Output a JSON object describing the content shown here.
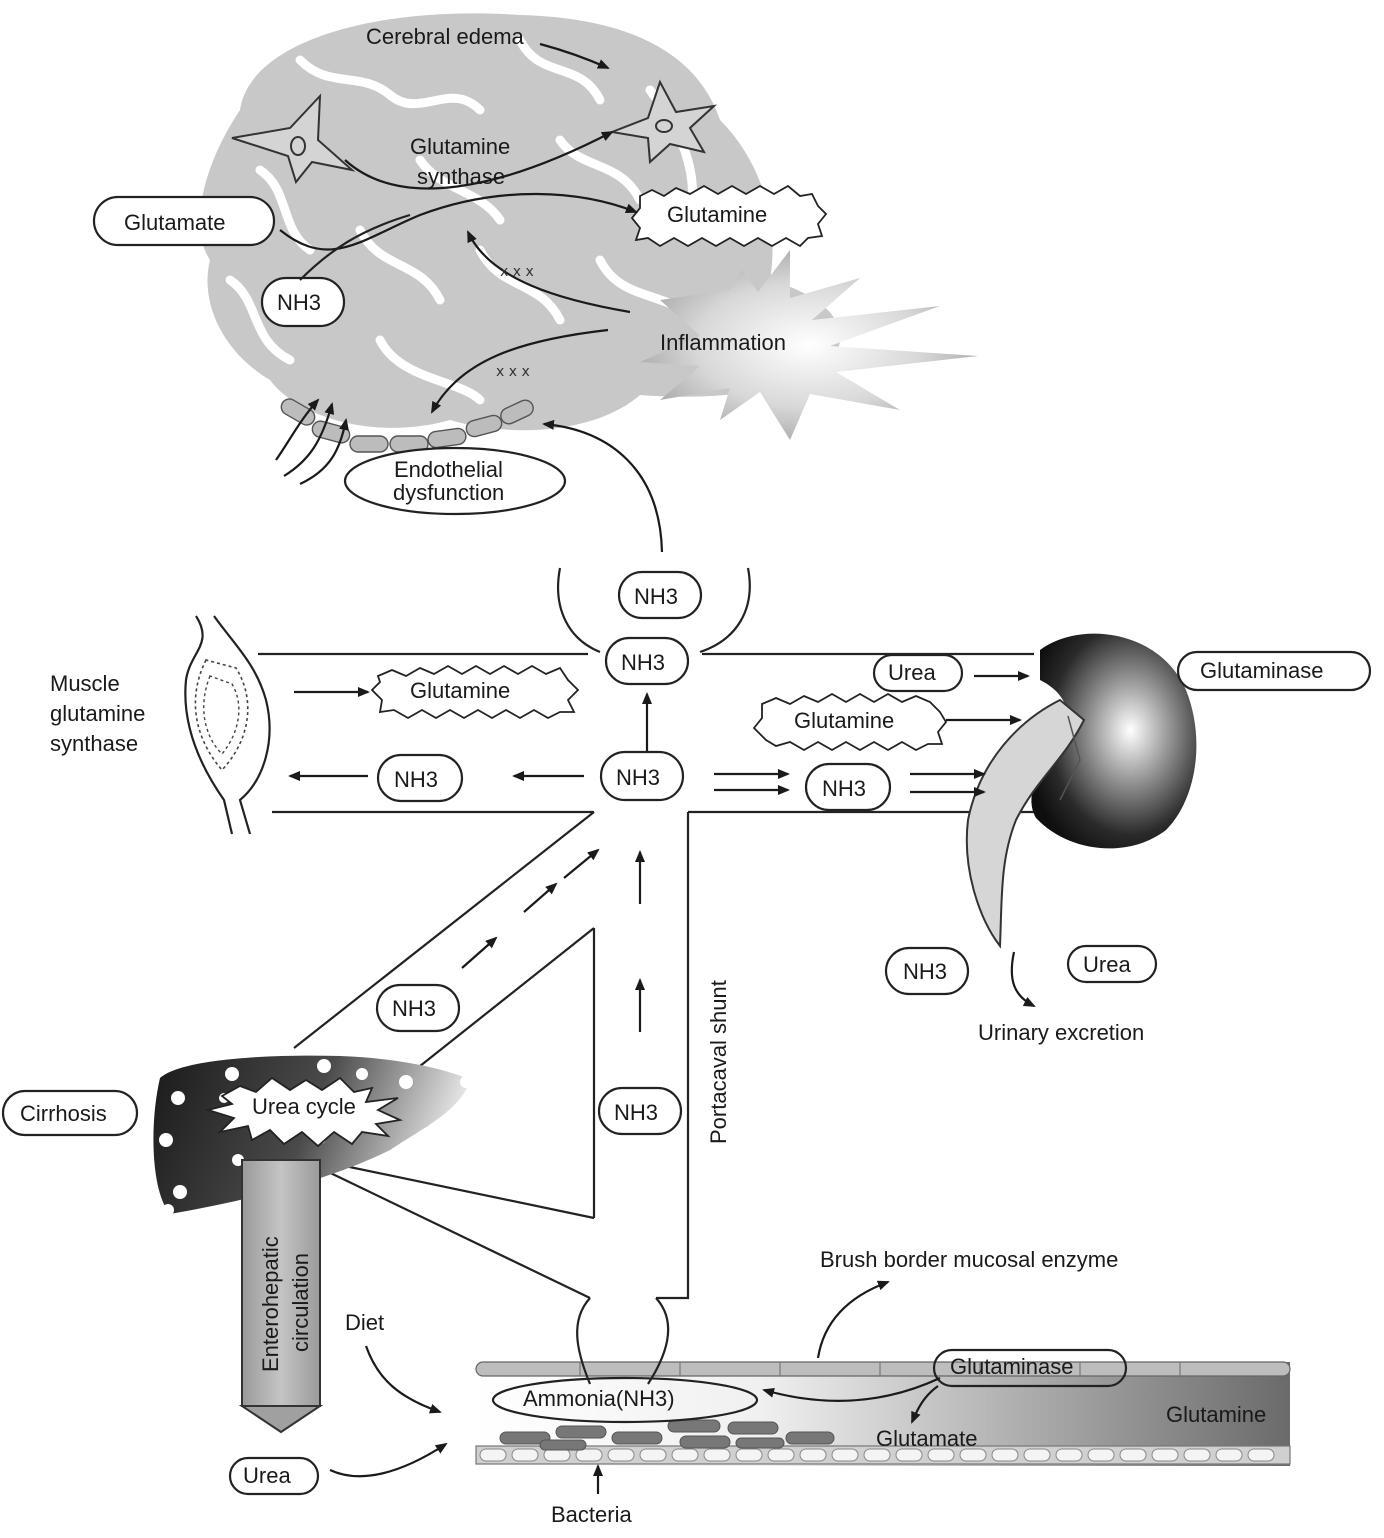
{
  "brain": {
    "cerebral_edema": "Cerebral edema",
    "glutamine_synthase_line1": "Glutamine",
    "glutamine_synthase_line2": "synthase",
    "glutamate": "Glutamate",
    "glutamine": "Glutamine",
    "nh3": "NH3",
    "inflammation": "Inflammation",
    "endothelial_line1": "Endothelial",
    "endothelial_line2": "dysfunction"
  },
  "circulation": {
    "nh3_top_outer": "NH3",
    "nh3_top_inner": "NH3",
    "nh3_center": "NH3",
    "nh3_left": "NH3",
    "nh3_right": "NH3",
    "nh3_diagonal": "NH3",
    "nh3_shunt": "NH3",
    "portacaval_shunt": "Portacaval shunt"
  },
  "muscle": {
    "line1": "Muscle",
    "line2": "glutamine",
    "line3": "synthase",
    "glutamine": "Glutamine"
  },
  "kidney": {
    "urea": "Urea",
    "glutaminase": "Glutaminase",
    "glutamine": "Glutamine",
    "nh3_out": "NH3",
    "urea_out": "Urea",
    "urinary_excretion": "Urinary excretion"
  },
  "liver": {
    "cirrhosis": "Cirrhosis",
    "urea_cycle": "Urea cycle",
    "enterohepatic_line1": "Enterohepatic",
    "enterohepatic_line2": "circulation"
  },
  "gut": {
    "diet": "Diet",
    "urea": "Urea",
    "ammonia": "Ammonia(NH3)",
    "glutaminase": "Glutaminase",
    "glutamate": "Glutamate",
    "glutamine": "Glutamine",
    "brush_border": "Brush border mucosal enzyme",
    "bacteria": "Bacteria"
  },
  "colors": {
    "brain_gray": "#c8c8c8",
    "line": "#222222",
    "liver_dark": "#1e1e1e",
    "kidney_dark": "#111111",
    "gut_gray": "#9a9a9a"
  }
}
